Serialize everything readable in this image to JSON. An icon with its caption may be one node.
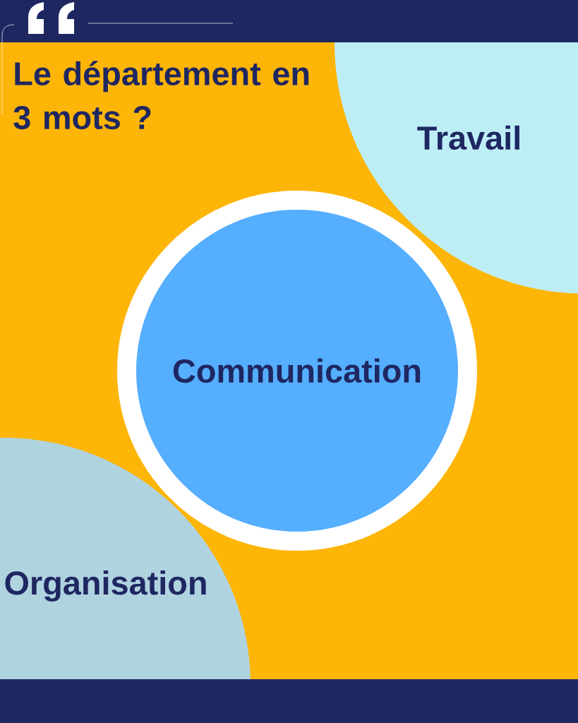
{
  "diagram": {
    "title": "Le département en 3 mots ?",
    "nodes": [
      {
        "text": [
          "Travail"
        ]
      },
      {
        "text": [
          "Communication"
        ]
      },
      {
        "text": [
          "Organisation"
        ]
      }
    ]
  }
}
